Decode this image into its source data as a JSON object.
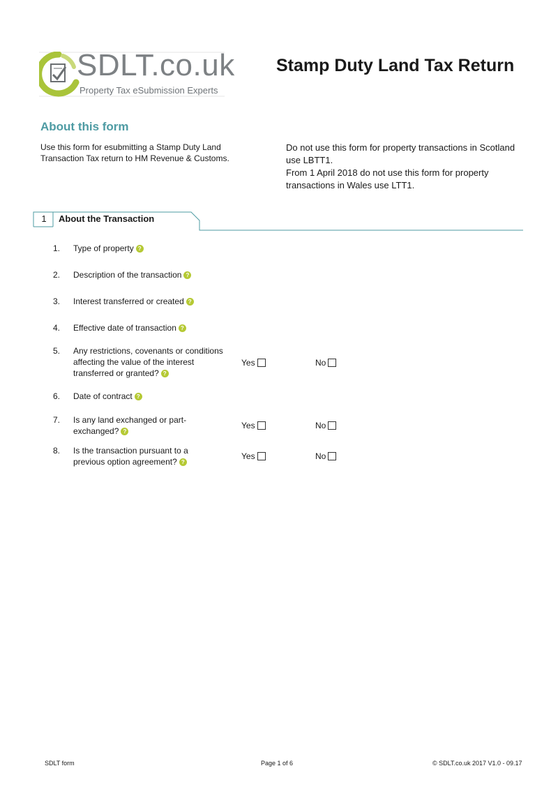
{
  "brand": {
    "logo_text": "SDLT.co.uk",
    "tagline": "Property Tax eSubmission Experts",
    "accent": "#4e9ba3",
    "logo_green": "#a9c43a"
  },
  "document": {
    "title": "Stamp Duty Land Tax Return"
  },
  "about": {
    "heading": "About this form",
    "left_text": "Use this form for esubmitting a Stamp Duty Land Transaction Tax return to HM Revenue & Customs.",
    "right_line1": "Do not use this form for property transactions in Scotland use LBTT1.",
    "right_line2": "From 1 April 2018 do not use this form for property transactions in Wales use LTT1."
  },
  "section": {
    "number": "1",
    "title": "About the Transaction"
  },
  "questions": [
    {
      "num": "1.",
      "text": "Type of property"
    },
    {
      "num": "2.",
      "text": "Description of the transaction"
    },
    {
      "num": "3.",
      "text": "Interest transferred or created"
    },
    {
      "num": "4.",
      "text": "Effective date of transaction"
    },
    {
      "num": "5.",
      "text": "Any restrictions, covenants or conditions affecting the value of the interest transferred or granted?",
      "yes": "Yes",
      "no": "No"
    },
    {
      "num": "6.",
      "text": "Date of contract"
    },
    {
      "num": "7.",
      "text": "Is any land exchanged or part-exchanged?",
      "yes": "Yes",
      "no": "No"
    },
    {
      "num": "8.",
      "text": "Is the transaction pursuant to a previous option agreement?",
      "yes": "Yes",
      "no": "No"
    }
  ],
  "help_icon_glyph": "?",
  "footer": {
    "left": "SDLT form",
    "center": "Page 1 of 6",
    "right": "© SDLT.co.uk 2017   V1.0 - 09.17"
  }
}
